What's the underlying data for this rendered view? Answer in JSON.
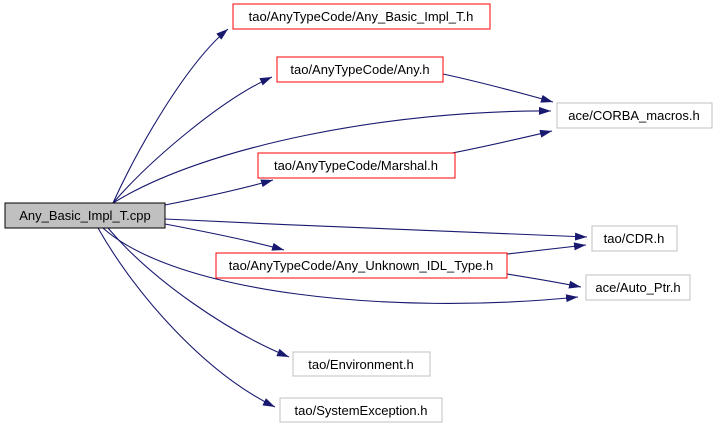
{
  "diagram": {
    "kind": "include-dependency-graph",
    "background": "#ffffff",
    "edge_color": "#191970",
    "text_color": "#000000",
    "current_node_fill": "#c0c0c0",
    "truncated_border_color": "#ff0000",
    "normal_border_color": "#c0c0c0",
    "nodes": [
      {
        "label": "Any_Basic_Impl_T.cpp",
        "fill": "#c0c0c0",
        "border": "#000000"
      },
      {
        "label": "tao/AnyTypeCode/Any_Basic_Impl_T.h",
        "fill": "#ffffff",
        "border": "#ff0000"
      },
      {
        "label": "tao/AnyTypeCode/Any.h",
        "fill": "#ffffff",
        "border": "#ff0000"
      },
      {
        "label": "ace/CORBA_macros.h",
        "fill": "#ffffff",
        "border": "#c0c0c0"
      },
      {
        "label": "tao/AnyTypeCode/Marshal.h",
        "fill": "#ffffff",
        "border": "#ff0000"
      },
      {
        "label": "tao/CDR.h",
        "fill": "#ffffff",
        "border": "#c0c0c0"
      },
      {
        "label": "tao/AnyTypeCode/Any_Unknown_IDL_Type.h",
        "fill": "#ffffff",
        "border": "#ff0000"
      },
      {
        "label": "ace/Auto_Ptr.h",
        "fill": "#ffffff",
        "border": "#c0c0c0"
      },
      {
        "label": "tao/Environment.h",
        "fill": "#ffffff",
        "border": "#c0c0c0"
      },
      {
        "label": "tao/SystemException.h",
        "fill": "#ffffff",
        "border": "#c0c0c0"
      }
    ],
    "edges": [
      {
        "from": "Any_Basic_Impl_T.cpp",
        "to": "tao/AnyTypeCode/Any_Basic_Impl_T.h"
      },
      {
        "from": "Any_Basic_Impl_T.cpp",
        "to": "tao/AnyTypeCode/Any.h"
      },
      {
        "from": "Any_Basic_Impl_T.cpp",
        "to": "ace/CORBA_macros.h"
      },
      {
        "from": "Any_Basic_Impl_T.cpp",
        "to": "tao/AnyTypeCode/Marshal.h"
      },
      {
        "from": "Any_Basic_Impl_T.cpp",
        "to": "tao/CDR.h"
      },
      {
        "from": "Any_Basic_Impl_T.cpp",
        "to": "tao/AnyTypeCode/Any_Unknown_IDL_Type.h"
      },
      {
        "from": "Any_Basic_Impl_T.cpp",
        "to": "ace/Auto_Ptr.h"
      },
      {
        "from": "Any_Basic_Impl_T.cpp",
        "to": "tao/Environment.h"
      },
      {
        "from": "Any_Basic_Impl_T.cpp",
        "to": "tao/SystemException.h"
      },
      {
        "from": "tao/AnyTypeCode/Any.h",
        "to": "ace/CORBA_macros.h"
      },
      {
        "from": "tao/AnyTypeCode/Marshal.h",
        "to": "ace/CORBA_macros.h"
      },
      {
        "from": "tao/AnyTypeCode/Any_Unknown_IDL_Type.h",
        "to": "tao/CDR.h"
      },
      {
        "from": "tao/AnyTypeCode/Any_Unknown_IDL_Type.h",
        "to": "ace/Auto_Ptr.h"
      }
    ]
  }
}
